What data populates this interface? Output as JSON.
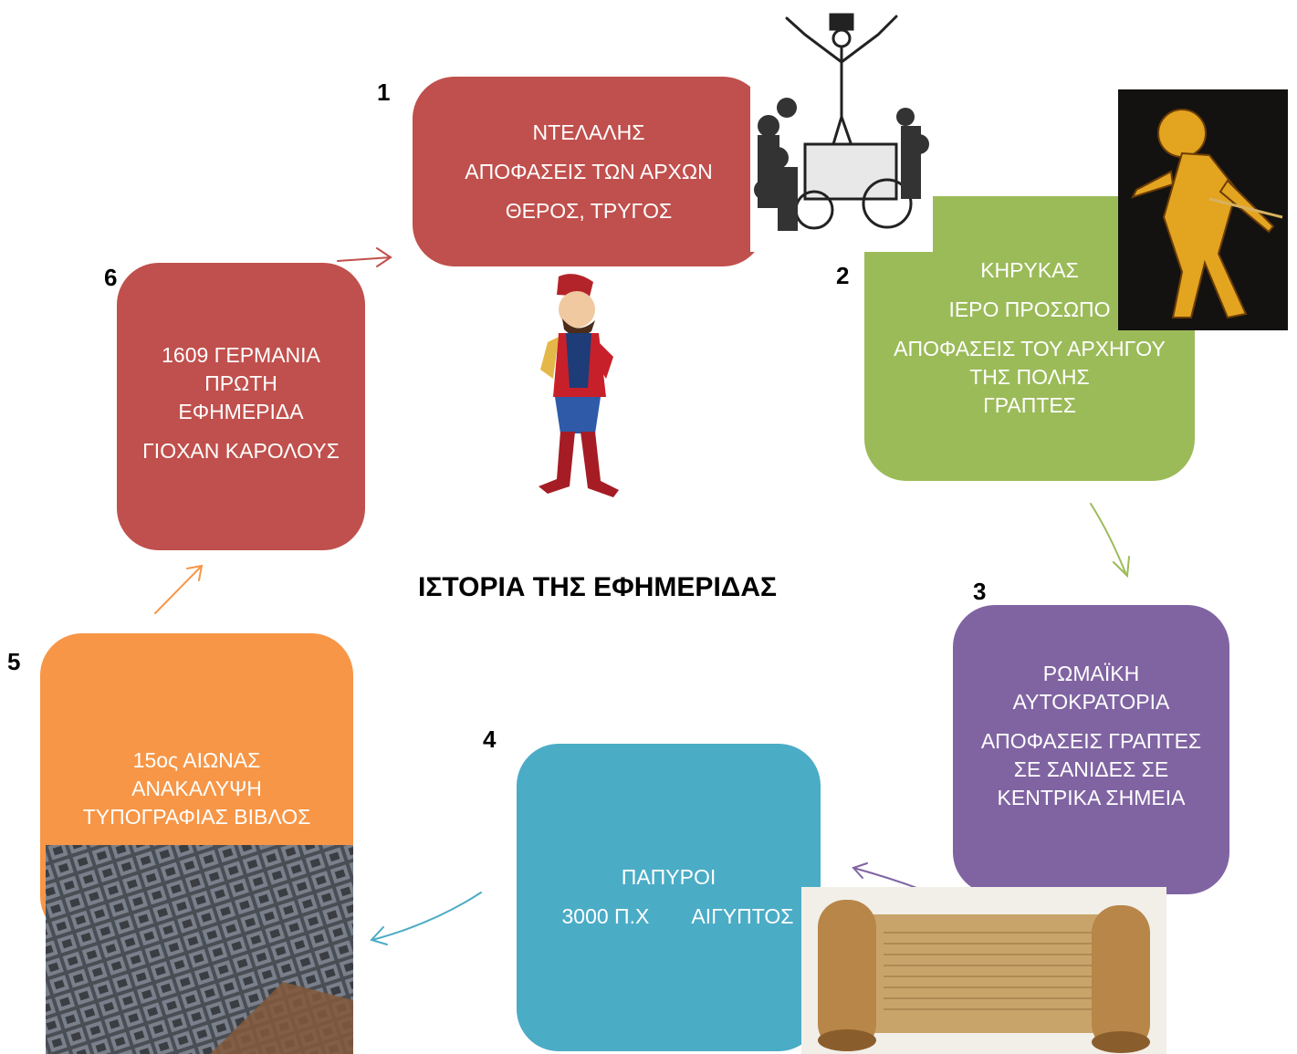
{
  "title": "ΙΣΤΟΡΙΑ ΤΗΣ ΕΦΗΜΕΡΙΔΑΣ",
  "colors": {
    "step1": "#c0504d",
    "step2": "#9bbb59",
    "step3": "#8064a2",
    "step4": "#4bacc6",
    "step5": "#f79646",
    "step6": "#c0504d"
  },
  "steps": [
    {
      "num": "1",
      "lines": [
        "ΝΤΕΛΑΛΗΣ",
        "ΑΠΟΦΑΣΕΙΣ ΤΩΝ ΑΡΧΩΝ",
        "ΘΕΡΟΣ, ΤΡΥΓΟΣ"
      ]
    },
    {
      "num": "2",
      "lines": [
        "ΚΗΡΥΚΑΣ",
        "ΙΕΡΟ ΠΡΟΣΩΠΟ",
        "ΑΠΟΦΑΣΕΙΣ ΤΟΥ ΑΡΧΗΓΟΥ",
        "ΤΗΣ ΠΟΛΗΣ",
        "ΓΡΑΠΤΕΣ"
      ]
    },
    {
      "num": "3",
      "lines": [
        "ΡΩΜΑΪΚΗ",
        "ΑΥΤΟΚΡΑΤΟΡΙΑ",
        "ΑΠΟΦΑΣΕΙΣ ΓΡΑΠΤΕΣ",
        "ΣΕ ΣΑΝΙΔΕΣ ΣΕ",
        "ΚΕΝΤΡΙΚΑ ΣΗΜΕΙΑ"
      ]
    },
    {
      "num": "4",
      "lines": [
        "ΠΑΠΥΡΟΙ",
        "3000 Π.Χ",
        "ΑΙΓΥΠΤΟΣ"
      ]
    },
    {
      "num": "5",
      "lines": [
        "15ος ΑΙΩΝΑΣ",
        "ΑΝΑΚΑΛΥΨΗ",
        "ΤΥΠΟΓΡΑΦΙΑΣ ΒΙΒΛΟΣ"
      ]
    },
    {
      "num": "6",
      "lines": [
        "1609 ΓΕΡΜΑΝΙΑ",
        "ΠΡΩΤΗ",
        "ΕΦΗΜΕΡΙΔΑ",
        "ΓΙΟΧΑΝ ΚΑΡΟΛΟΥΣ"
      ]
    }
  ],
  "images": [
    "crowd-cartoon-illustration",
    "hermes-vase-figure",
    "karagiozis-shadow-puppet-figure",
    "papyrus-scroll-photo",
    "printing-type-blocks-photo"
  ]
}
